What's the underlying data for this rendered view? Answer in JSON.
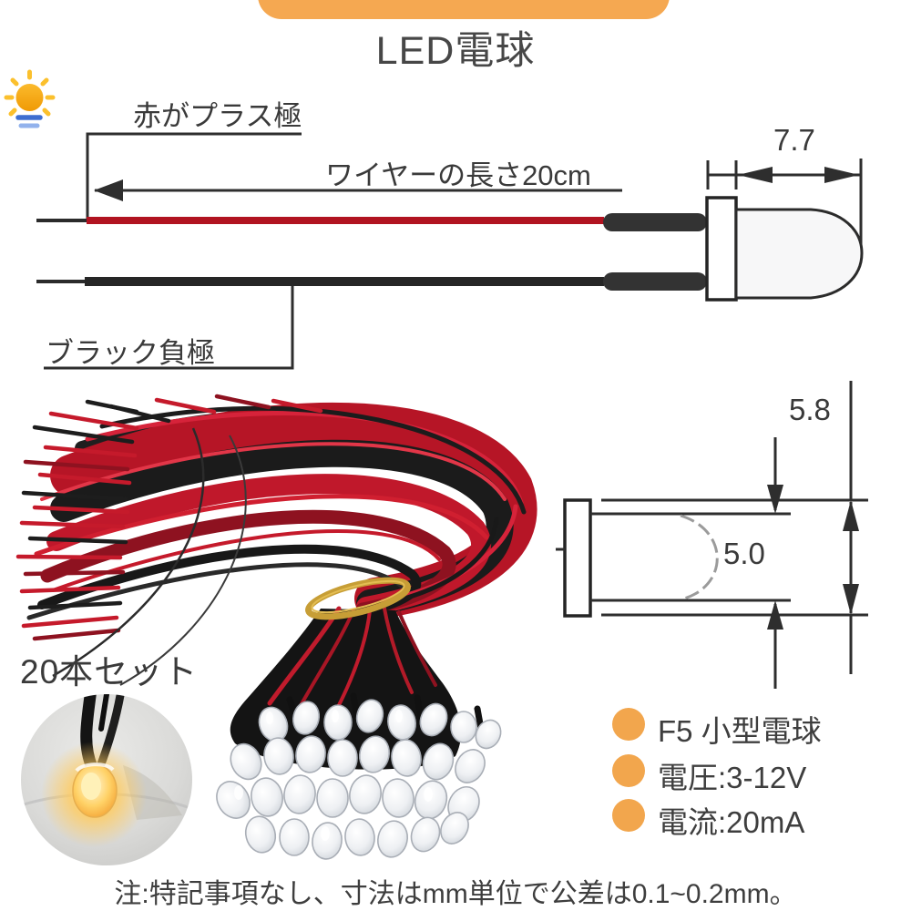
{
  "header": {
    "title": "LED電球",
    "banner_color": "#F5A851"
  },
  "diagram_top": {
    "positive_label": "赤がプラス極",
    "negative_label": "ブラック負極",
    "wire_length_label": "ワイヤーの長さ20cm",
    "length_dim": "7.7",
    "wire_red_color": "#B11320",
    "wire_black_color": "#262626"
  },
  "diagram_side": {
    "flange_dim": "5.8",
    "body_dim": "5.0"
  },
  "bundle_photo": {
    "set_label": "20本セット",
    "band_color": "#C79E36",
    "glow_color": "#FFCB5E"
  },
  "specs": {
    "bullet_color": "#F2A64D",
    "items": [
      "F5 小型電球",
      "電圧:3-12V",
      "電流:20mA"
    ]
  },
  "note": "注:特記事項なし、寸法はmm単位で公差は0.1~0.2mm。"
}
